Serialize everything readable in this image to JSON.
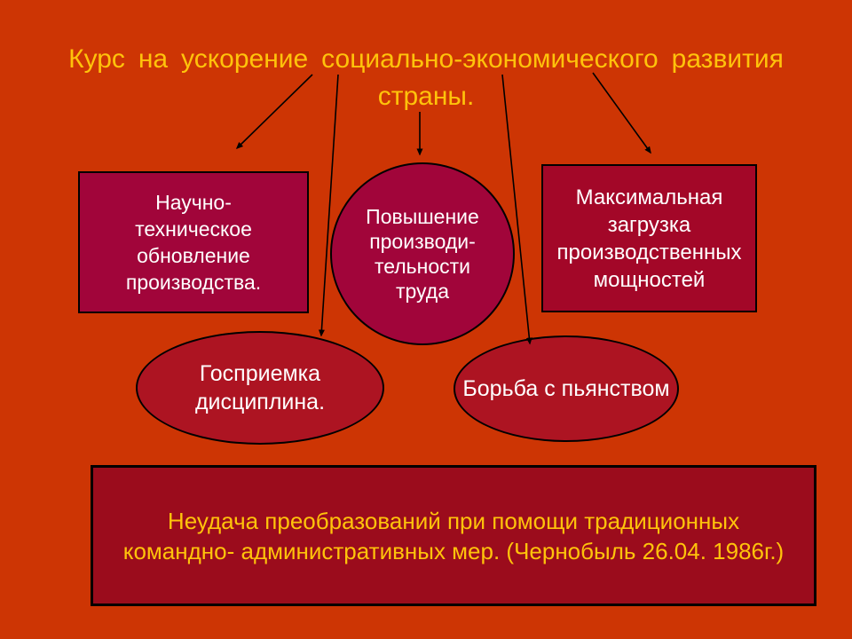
{
  "slide": {
    "title": "Курс на ускорение социально-экономического развития\nстраны.",
    "nodes": {
      "sci_tech": "Научно-\nтехническое\nобновление\nпроизводства.",
      "productivity": "Повышение\nпроизводи-\nтельности\nтруда",
      "max_load": "Максимальная\nзагрузка\nпроизводственных\nмощностей",
      "gospriemka": "Госприемка\nдисциплина.",
      "alcohol": "Борьба с пьянством",
      "failure": "Неудача преобразований при помощи традиционных\nкомандно- административных мер. (Чернобыль 26.04. 1986г.)"
    },
    "colors": {
      "background": "#CD3504",
      "title_text": "#FFC30B",
      "node_text": "#FFFFFF",
      "maroon_fill": "#A1053A",
      "right_rect_fill": "#A30728",
      "ellipse_fill": "#AD1422",
      "bottom_rect_fill": "#9B0C1C",
      "outline": "#000000",
      "arrow": "#000000"
    }
  }
}
